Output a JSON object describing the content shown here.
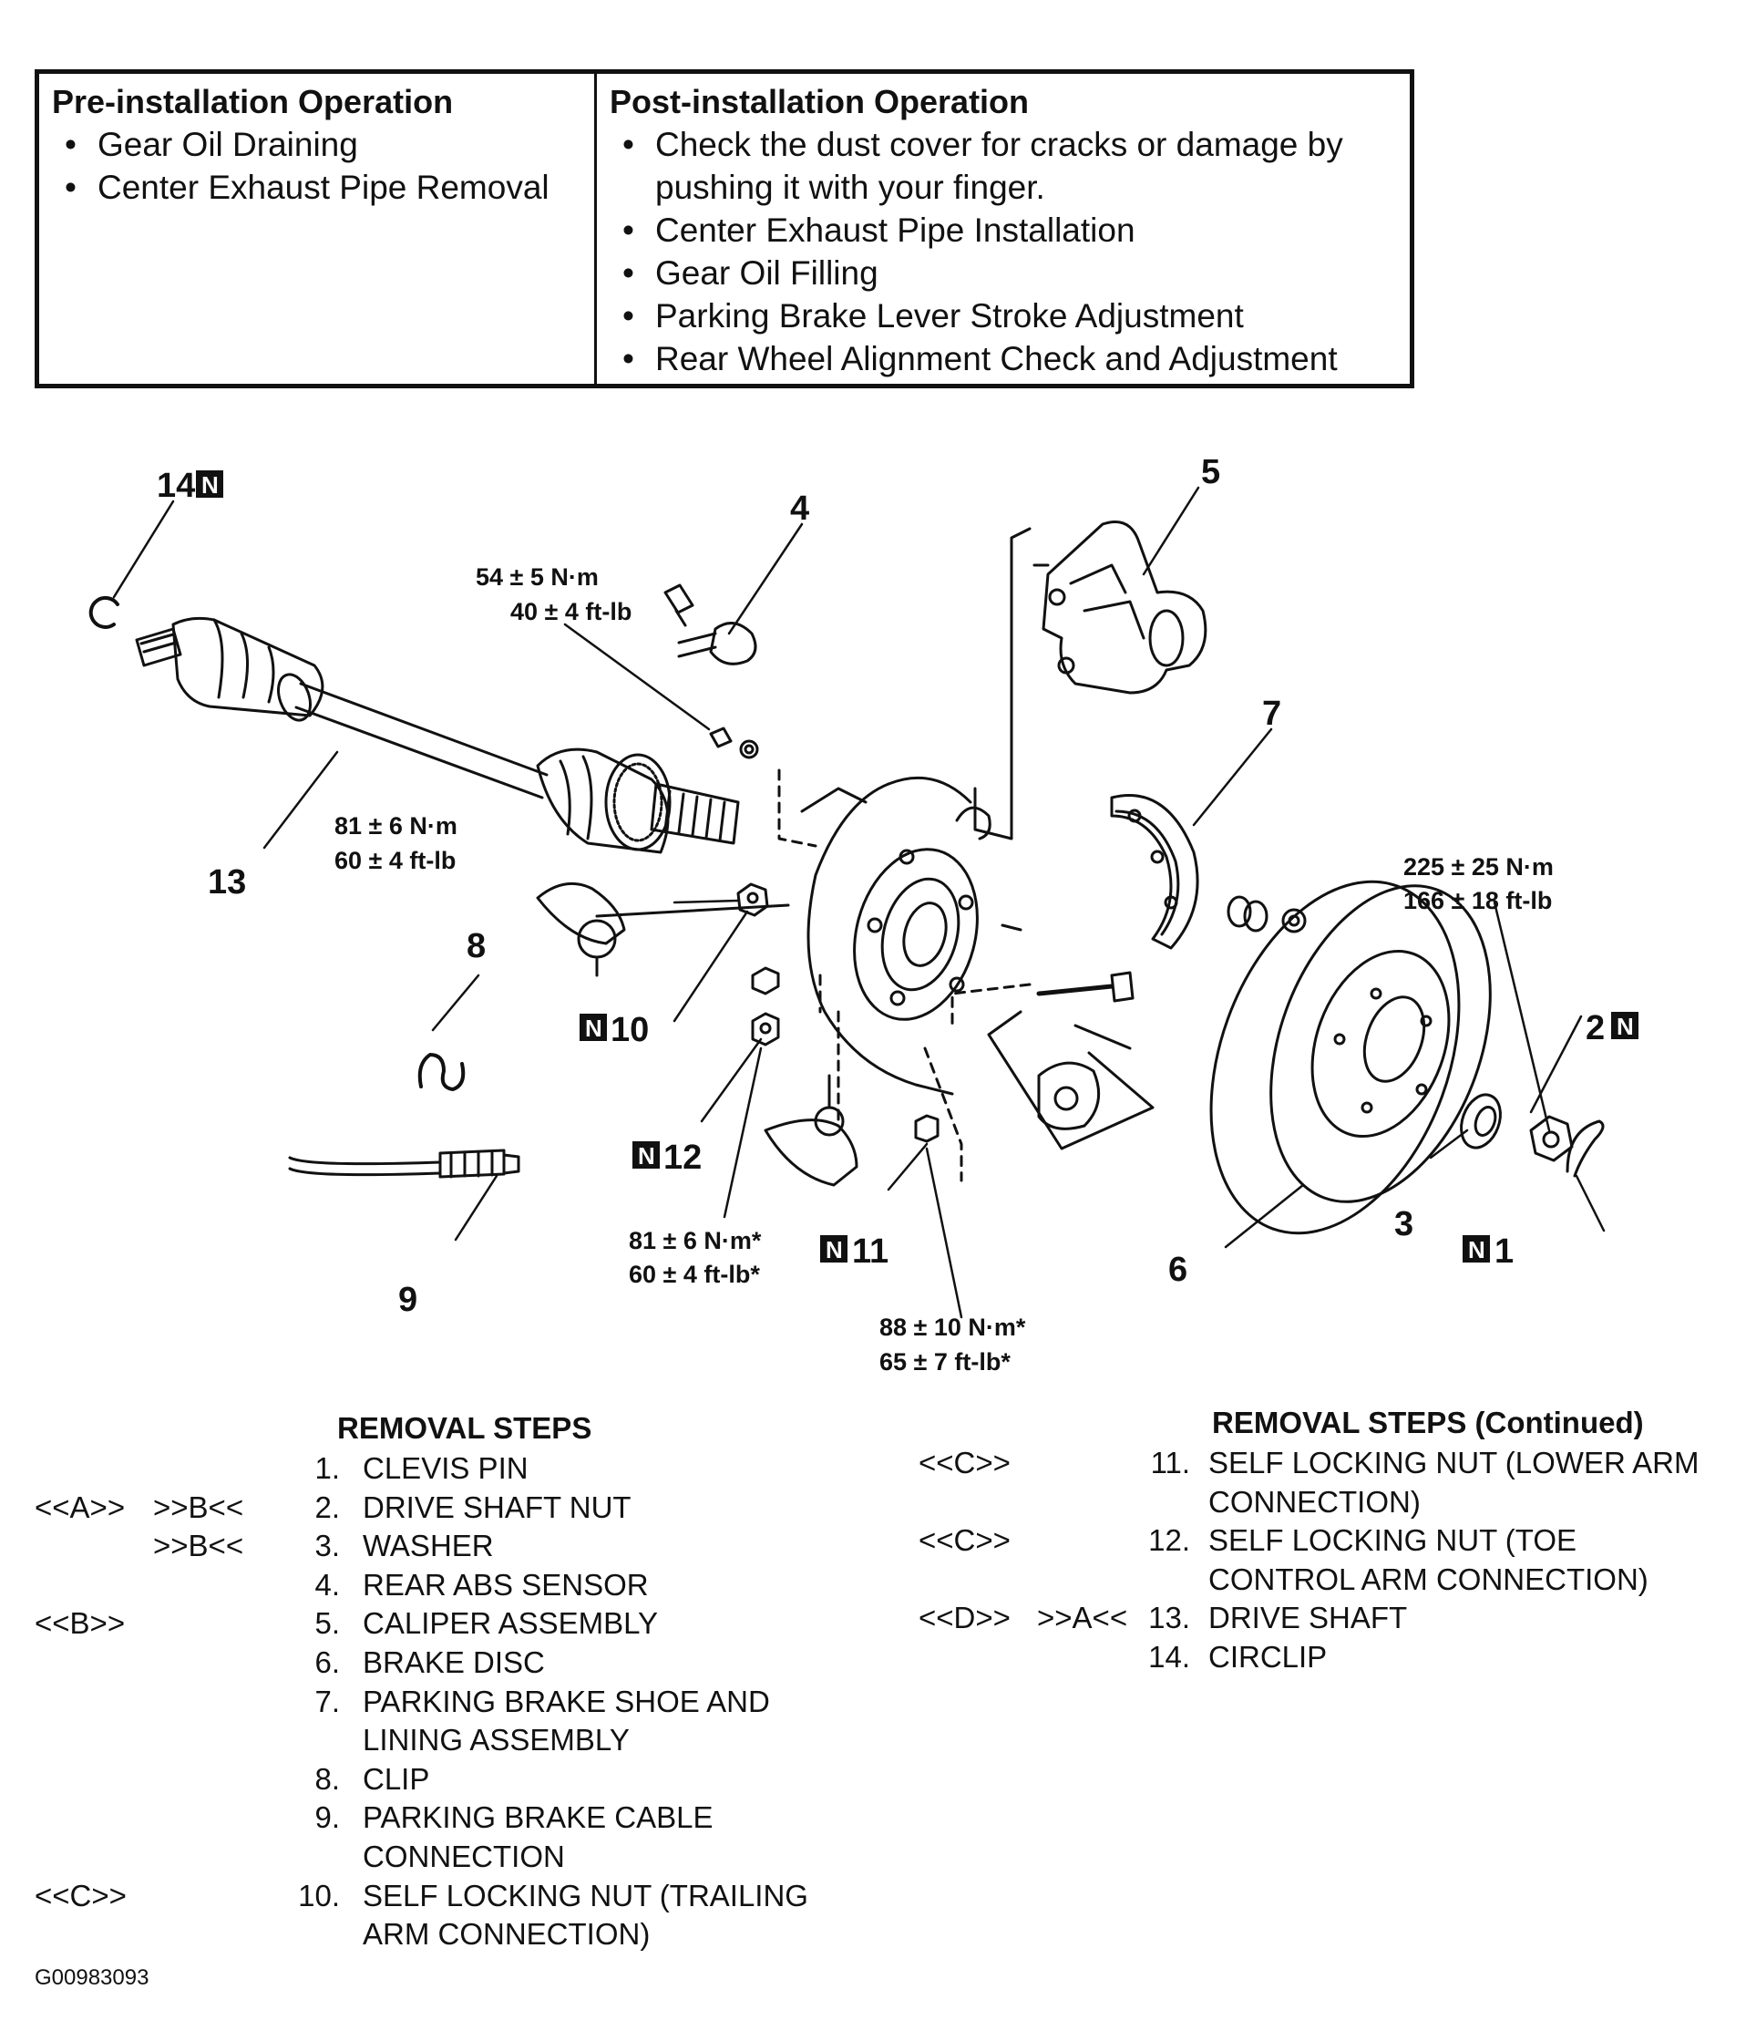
{
  "operations": {
    "pre": {
      "title": "Pre-installation Operation",
      "items": [
        "Gear Oil Draining",
        "Center Exhaust Pipe Removal"
      ]
    },
    "post": {
      "title": "Post-installation Operation",
      "items": [
        "Check the dust cover for cracks or damage by",
        "pushing it with your finger.",
        "Center Exhaust Pipe Installation",
        "Gear Oil Filling",
        "Parking Brake Lever Stroke Adjustment",
        "Rear Wheel Alignment Check and Adjustment"
      ]
    }
  },
  "diagram": {
    "callouts": {
      "c1": "1",
      "c2": "2",
      "c3": "3",
      "c4": "4",
      "c5": "5",
      "c6": "6",
      "c7": "7",
      "c8": "8",
      "c9": "9",
      "c10": "10",
      "c11": "11",
      "c12": "12",
      "c13": "13",
      "c14": "14"
    },
    "new_part_mark": "N",
    "torques": {
      "t_abs_1": "54 ± 5 N·m",
      "t_abs_2": "40 ± 4 ft-lb",
      "t_trail_1": "81 ± 6 N·m",
      "t_trail_2": "60 ± 4 ft-lb",
      "t_hub_1": "225 ± 25 N·m",
      "t_hub_2": "166 ± 18 ft-lb",
      "t_toe_1": "81 ± 6 N·m*",
      "t_toe_2": "60 ± 4 ft-lb*",
      "t_low_1": "88 ± 10 N·m*",
      "t_low_2": "65 ± 7 ft-lb*"
    }
  },
  "removal_steps": {
    "heading": "REMOVAL STEPS",
    "heading_continued": "REMOVAL STEPS (Continued)",
    "left": [
      {
        "c1": "",
        "c2": "",
        "num": "1.",
        "text": "CLEVIS PIN"
      },
      {
        "c1": "<<A>>",
        "c2": ">>B<<",
        "num": "2.",
        "text": "DRIVE SHAFT NUT"
      },
      {
        "c1": "",
        "c2": ">>B<<",
        "num": "3.",
        "text": "WASHER"
      },
      {
        "c1": "",
        "c2": "",
        "num": "4.",
        "text": "REAR ABS SENSOR"
      },
      {
        "c1": "<<B>>",
        "c2": "",
        "num": "5.",
        "text": "CALIPER ASSEMBLY"
      },
      {
        "c1": "",
        "c2": "",
        "num": "6.",
        "text": "BRAKE DISC"
      },
      {
        "c1": "",
        "c2": "",
        "num": "7.",
        "text": "PARKING BRAKE SHOE AND"
      },
      {
        "c1": "",
        "c2": "",
        "num": "",
        "text": "LINING ASSEMBLY"
      },
      {
        "c1": "",
        "c2": "",
        "num": "8.",
        "text": "CLIP"
      },
      {
        "c1": "",
        "c2": "",
        "num": "9.",
        "text": "PARKING BRAKE CABLE"
      },
      {
        "c1": "",
        "c2": "",
        "num": "",
        "text": "CONNECTION"
      },
      {
        "c1": "<<C>>",
        "c2": "",
        "num": "10.",
        "text": "SELF LOCKING NUT (TRAILING"
      },
      {
        "c1": "",
        "c2": "",
        "num": "",
        "text": "ARM CONNECTION)"
      }
    ],
    "right": [
      {
        "c1": "<<C>>",
        "c2": "",
        "num": "11.",
        "text": "SELF LOCKING NUT (LOWER ARM"
      },
      {
        "c1": "",
        "c2": "",
        "num": "",
        "text": "CONNECTION)"
      },
      {
        "c1": "<<C>>",
        "c2": "",
        "num": "12.",
        "text": "SELF LOCKING NUT (TOE"
      },
      {
        "c1": "",
        "c2": "",
        "num": "",
        "text": "CONTROL ARM CONNECTION)"
      },
      {
        "c1": "<<D>>",
        "c2": ">>A<<",
        "num": "13.",
        "text": "DRIVE SHAFT"
      },
      {
        "c1": "",
        "c2": "",
        "num": "14.",
        "text": "CIRCLIP"
      }
    ]
  },
  "figure_id": "G00983093"
}
